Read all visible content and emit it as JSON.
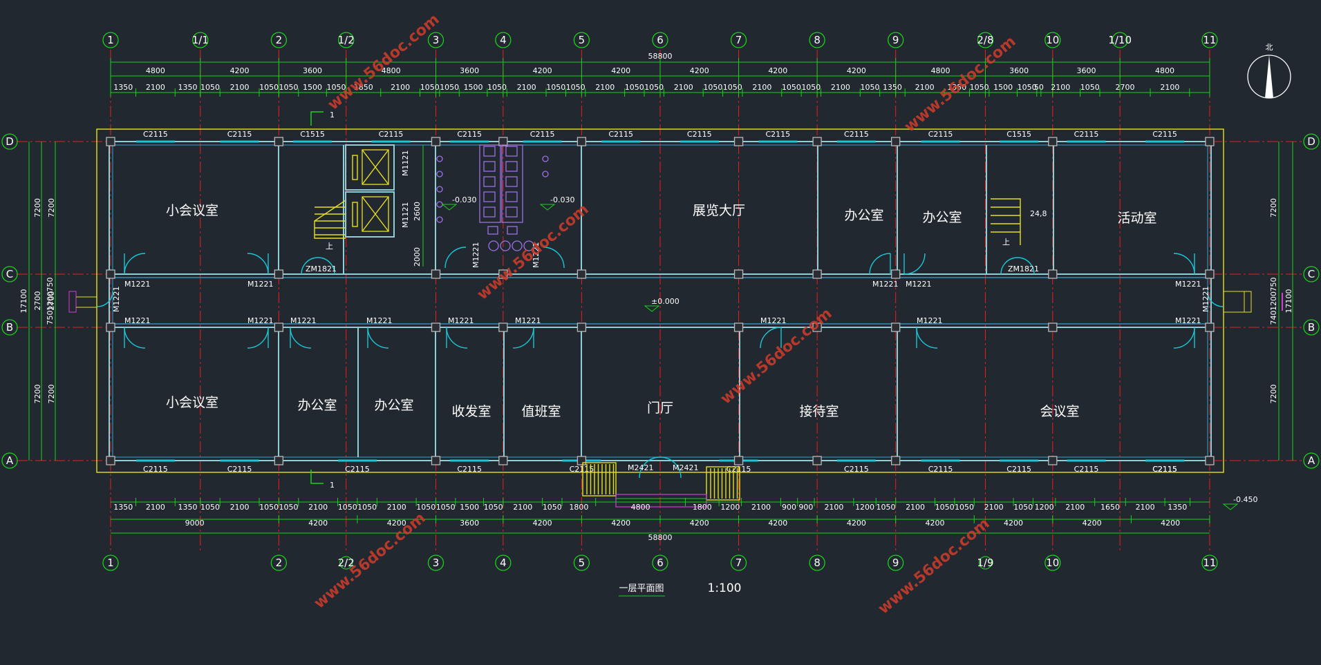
{
  "drawing": {
    "title": "一层平面图",
    "scale": "1:100",
    "north": "北",
    "watermark": "www.56doc.com"
  },
  "grid": {
    "top_axes": [
      "1",
      "1/1",
      "2",
      "1/2",
      "3",
      "4",
      "5",
      "6",
      "7",
      "8",
      "9",
      "2/8",
      "10",
      "1/10",
      "11"
    ],
    "bottom_axes": [
      "1",
      "2",
      "3",
      "4",
      "5",
      "6",
      "7",
      "8",
      "9",
      "10",
      "11"
    ],
    "bottom_small_axes": [
      "2/2",
      "1/9"
    ],
    "row_axes": [
      "D",
      "C",
      "B",
      "A"
    ]
  },
  "dimensions": {
    "top_total": "58800",
    "top_bays": [
      "4800",
      "4200",
      "3600",
      "4800",
      "3600",
      "4200",
      "4200",
      "4200",
      "4200",
      "4200",
      "4800",
      "3600",
      "3600",
      "4800"
    ],
    "top_detail": [
      "1350",
      "2100",
      "1350",
      "1050",
      "2100",
      "1050",
      "1050",
      "1500",
      "1050",
      "1850",
      "2100",
      "1050",
      "1050",
      "1500",
      "1050",
      "2100",
      "1050",
      "1050",
      "2100",
      "1050",
      "1050",
      "2100",
      "1050",
      "1050",
      "2100",
      "1050",
      "1050",
      "2100",
      "1050",
      "1350",
      "2100",
      "1350",
      "1050",
      "1500",
      "1050",
      "50",
      "2100",
      "1050",
      "2700",
      "2100"
    ],
    "bottom_total": "58800",
    "bottom_bays": [
      "9000",
      "4200",
      "4200",
      "3600",
      "4200",
      "4200",
      "4200",
      "4200",
      "4200",
      "4200",
      "4200",
      "4200",
      "4200"
    ],
    "bottom_detail": [
      "1350",
      "2100",
      "1350",
      "1050",
      "2100",
      "1050",
      "1050",
      "2100",
      "1050",
      "1050",
      "2100",
      "1050",
      "1050",
      "1500",
      "1050",
      "2100",
      "1050",
      "1800",
      "4800",
      "1800",
      "1200",
      "2100",
      "900",
      "900",
      "2100",
      "1200",
      "1050",
      "2100",
      "1050",
      "1050",
      "2100",
      "1050",
      "1200",
      "2100",
      "1650",
      "2100",
      "1350"
    ],
    "left_outer": "17100",
    "left_rows": [
      "7200",
      "2700",
      "7200"
    ],
    "left_mid": [
      "750",
      "1200",
      "750"
    ],
    "right_outer": "17100",
    "right_rows": [
      "7200",
      "7200"
    ],
    "right_mid": [
      "750",
      "1200",
      "740"
    ],
    "stair_depth": "2600",
    "stair_2000": "2000"
  },
  "rooms": {
    "small_meeting_top": "小会议室",
    "exhibition_hall": "展览大厅",
    "office_top_1": "办公室",
    "office_top_2": "办公室",
    "activity_room": "活动室",
    "small_meeting_bottom": "小会议室",
    "office_bottom_1": "办公室",
    "office_bottom_2": "办公室",
    "mail_room": "收发室",
    "duty_room": "值班室",
    "foyer": "门厅",
    "reception": "接待室",
    "meeting_room": "会议室"
  },
  "labels": {
    "windows_top": [
      "C2115",
      "C2115",
      "C1515",
      "C2115",
      "C2115",
      "C2115",
      "C2115",
      "C2115",
      "C2115",
      "C2115",
      "C2115",
      "C1515",
      "C2115",
      "C2115"
    ],
    "windows_bottom": [
      "C2115",
      "C2115",
      "C2115",
      "C2115",
      "C2115",
      "C2115",
      "C2115",
      "C2115",
      "C2115",
      "C2115",
      "C2115",
      "C2115",
      "C2115"
    ],
    "doors_c": [
      "M1221",
      "M1221",
      "ZM1821",
      "M1221",
      "M1221",
      "ZM1821",
      "M1221"
    ],
    "doors_b": [
      "M1221",
      "M1221",
      "M1221",
      "M1221",
      "M1221",
      "M1221",
      "M1221",
      "M1221",
      "M1221"
    ],
    "door_left_end": "M1221",
    "door_right_end": "M1221",
    "elevator_doors": [
      "M1121",
      "M1121"
    ],
    "toilet_doors": [
      "M1221",
      "M1221"
    ],
    "main_doors": [
      "M2421",
      "M2421"
    ],
    "stair_num_right": "24,8",
    "stair_up": "上",
    "section_mark": "1",
    "elev_floor": "±0.000",
    "elev_toilet_l": "-0.030",
    "elev_toilet_r": "-0.030",
    "elev_outside": "-0.450"
  }
}
